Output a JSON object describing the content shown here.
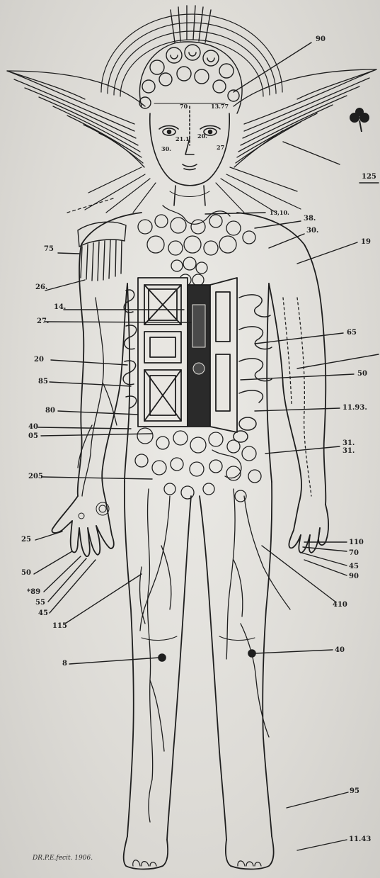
{
  "labels": {
    "l90": "90",
    "l125": "125",
    "l13": "13,10.",
    "l38": "38.",
    "l30top": "30.",
    "l19": "19",
    "l75": "75",
    "l26": "26.",
    "l14": "14.",
    "l27": "27.",
    "l65": "65",
    "l20": "20",
    "l50r": "50",
    "l85": "85",
    "l80": "80",
    "l11": "11.93.",
    "l40l": "40",
    "l05": "05",
    "l31": "31.\n31.",
    "l205": "205",
    "l25": "25",
    "l110": "110",
    "l70": "70",
    "l45r": "45",
    "l90r": "90",
    "l50l": "50",
    "l89": "*89",
    "l55": "55",
    "l45l": "45",
    "l115": "115",
    "l410": "410",
    "l8": "8",
    "l40r": "40",
    "l95": "95",
    "l1143": "11.43"
  },
  "face_labels": {
    "f70": "70",
    "f1377": "13.77",
    "f211": "21.1",
    "f20": "20.",
    "f30": "30.",
    "f27": "27."
  },
  "signature": "DR.P.E.fecit. 1906.",
  "colors": {
    "ink": "#1e1e1e",
    "paper": "#e6e4df"
  }
}
